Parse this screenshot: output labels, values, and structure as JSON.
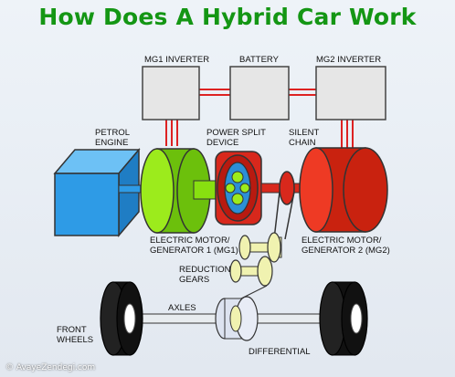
{
  "title": "How Does A Hybrid Car Work",
  "labels": {
    "mg1_inverter": "MG1 INVERTER",
    "battery": "BATTERY",
    "mg2_inverter": "MG2 INVERTER",
    "petrol_engine_1": "PETROL",
    "petrol_engine_2": "ENGINE",
    "power_split_1": "POWER SPLIT",
    "power_split_2": "DEVICE",
    "silent_chain_1": "SILENT",
    "silent_chain_2": "CHAIN",
    "mg1_1": "ELECTRIC MOTOR/",
    "mg1_2": "GENERATOR 1 (MG1)",
    "mg2_1": "ELECTRIC MOTOR/",
    "mg2_2": "GENERATOR 2 (MG2)",
    "reduction_gears_1": "REDUCTION",
    "reduction_gears_2": "GEARS",
    "axles": "AXLES",
    "front_wheels_1": "FRONT",
    "front_wheels_2": "WHEELS",
    "differential": "DIFFERENTIAL"
  },
  "watermark": "© AvayeZendegi.com",
  "colors": {
    "title": "#149614",
    "engine": "#2e9be6",
    "mg1": "#88e010",
    "mg2": "#e8321e",
    "power_split": "#d8281c",
    "inverter_box": "#e6e6e6",
    "gears": "#f0f2b0",
    "wheels": "#111111"
  }
}
